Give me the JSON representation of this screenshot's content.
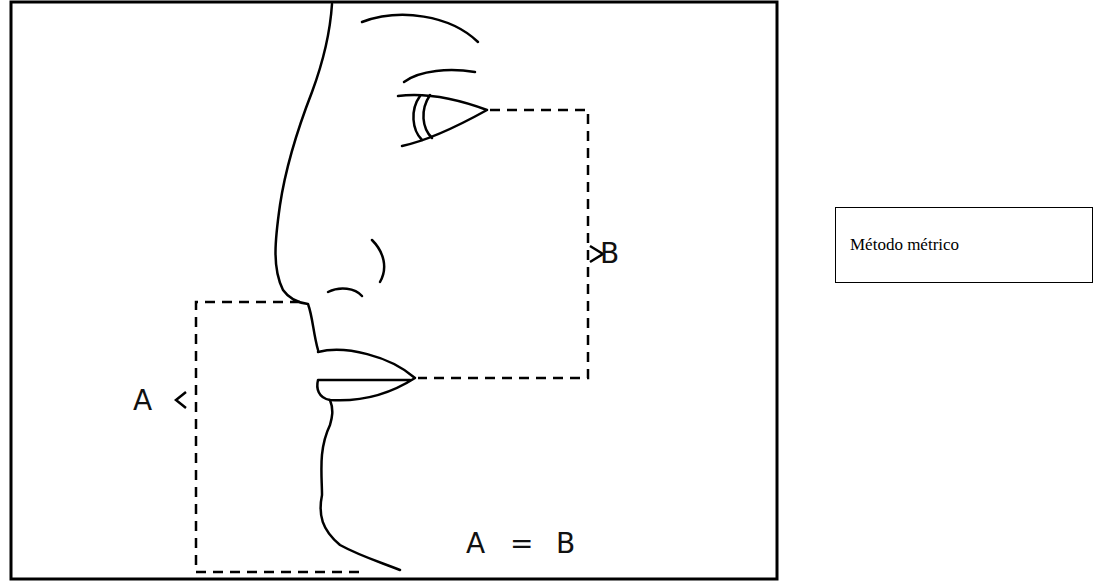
{
  "diagram": {
    "nodes": [
      {
        "text": [
          "Método métrico"
        ]
      }
    ],
    "labels": [
      "B",
      "A",
      "A",
      "=",
      "B"
    ]
  }
}
